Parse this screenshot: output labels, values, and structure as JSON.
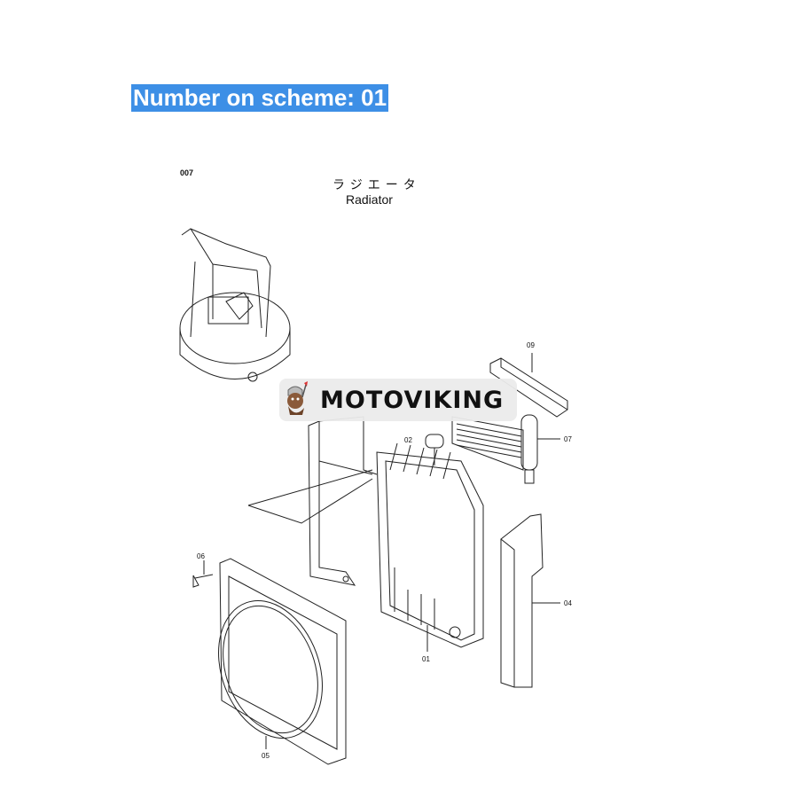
{
  "header": {
    "title": "Number on scheme: 01"
  },
  "diagram": {
    "page_code": "007",
    "title_jp": "ラジエータ",
    "title_en": "Radiator",
    "callouts": [
      "01",
      "02",
      "04",
      "05",
      "06",
      "07",
      "09"
    ]
  },
  "watermark": {
    "brand": "MOTOVIKING",
    "icon": "viking-mascot-icon"
  },
  "colors": {
    "highlight": "#3d8fe6"
  }
}
